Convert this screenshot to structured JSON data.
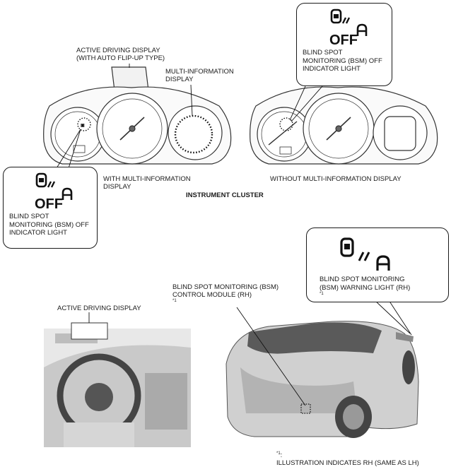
{
  "labels": {
    "active_driving_display_top": [
      "ACTIVE DRIVING DISPLAY",
      "(WITH AUTO FLIP-UP TYPE)"
    ],
    "multi_info_display": [
      "MULTI-INFORMATION",
      "DISPLAY"
    ],
    "with_multi_info": [
      "WITH MULTI-INFORMATION",
      "DISPLAY"
    ],
    "without_multi_info": "WITHOUT MULTI-INFORMATION DISPLAY",
    "instrument_cluster": "INSTRUMENT CLUSTER",
    "bsm_off_light_top": [
      "BLIND SPOT",
      "MONITORING (BSM) OFF",
      "INDICATOR LIGHT"
    ],
    "bsm_off_light_left": [
      "BLIND SPOT",
      "MONITORING (BSM) OFF",
      "INDICATOR LIGHT"
    ],
    "active_driving_display_bottom": "ACTIVE DRIVING DISPLAY",
    "bsm_control_module": [
      "BLIND SPOT MONITORING (BSM)",
      "CONTROL MODULE (RH)"
    ],
    "bsm_warning_light": [
      "BLIND SPOT MONITORING",
      "(BSM) WARNING LIGHT (RH)"
    ],
    "footnote_mark": "*1",
    "footnote": "ILLUSTRATION INDICATES RH (SAME AS LH)",
    "off_icon_text": "OFF"
  }
}
